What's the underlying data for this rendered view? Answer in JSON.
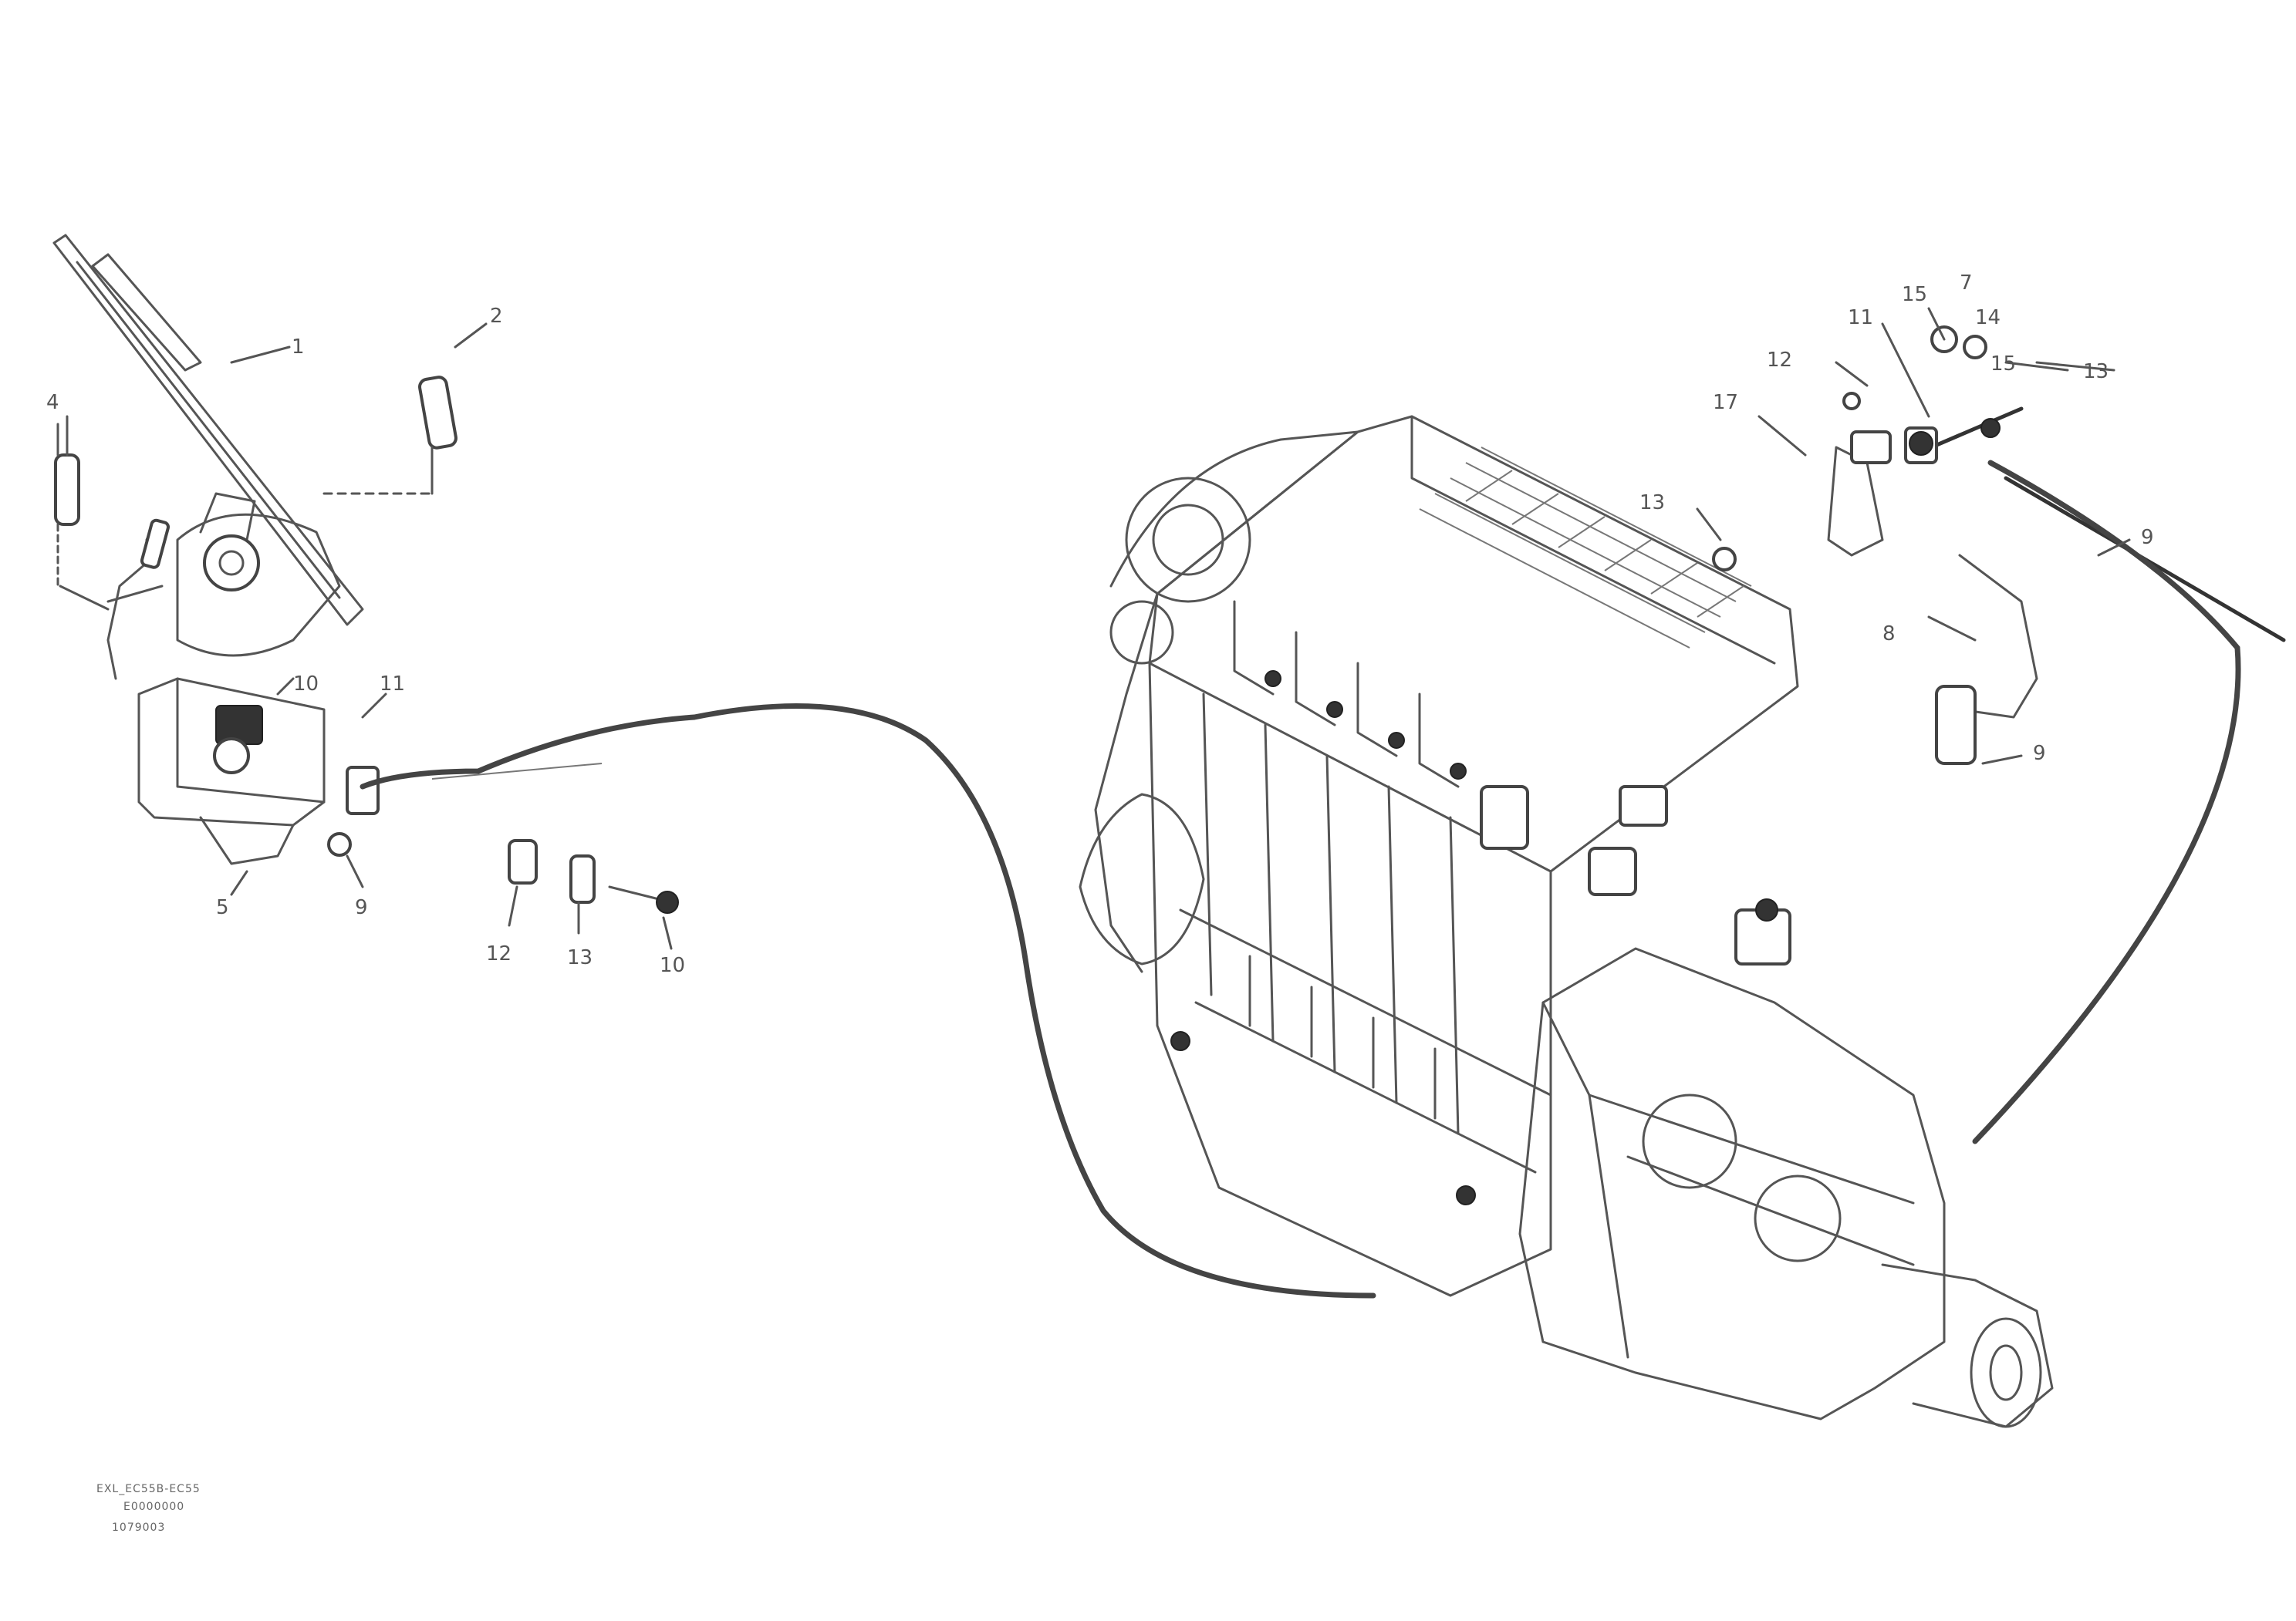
{
  "callouts": {
    "c1": "1",
    "c2": "2",
    "c3": "4",
    "c4": "10",
    "c5": "11",
    "c6": "5",
    "c7": "9",
    "c8": "12",
    "c9": "13",
    "c10": "10",
    "c11": "13",
    "c12": "17",
    "c13": "12",
    "c14": "11",
    "c15": "15",
    "c16": "13",
    "c17": "9",
    "c18": "8",
    "c19": "9",
    "c20": "7",
    "c21": "14",
    "c22": "15"
  },
  "legend": {
    "line1": "EXL_EC55B-EC55",
    "line2": "E0000000",
    "line3": "1079003"
  },
  "colors": {
    "line": "#555555",
    "background": "#ffffff"
  }
}
